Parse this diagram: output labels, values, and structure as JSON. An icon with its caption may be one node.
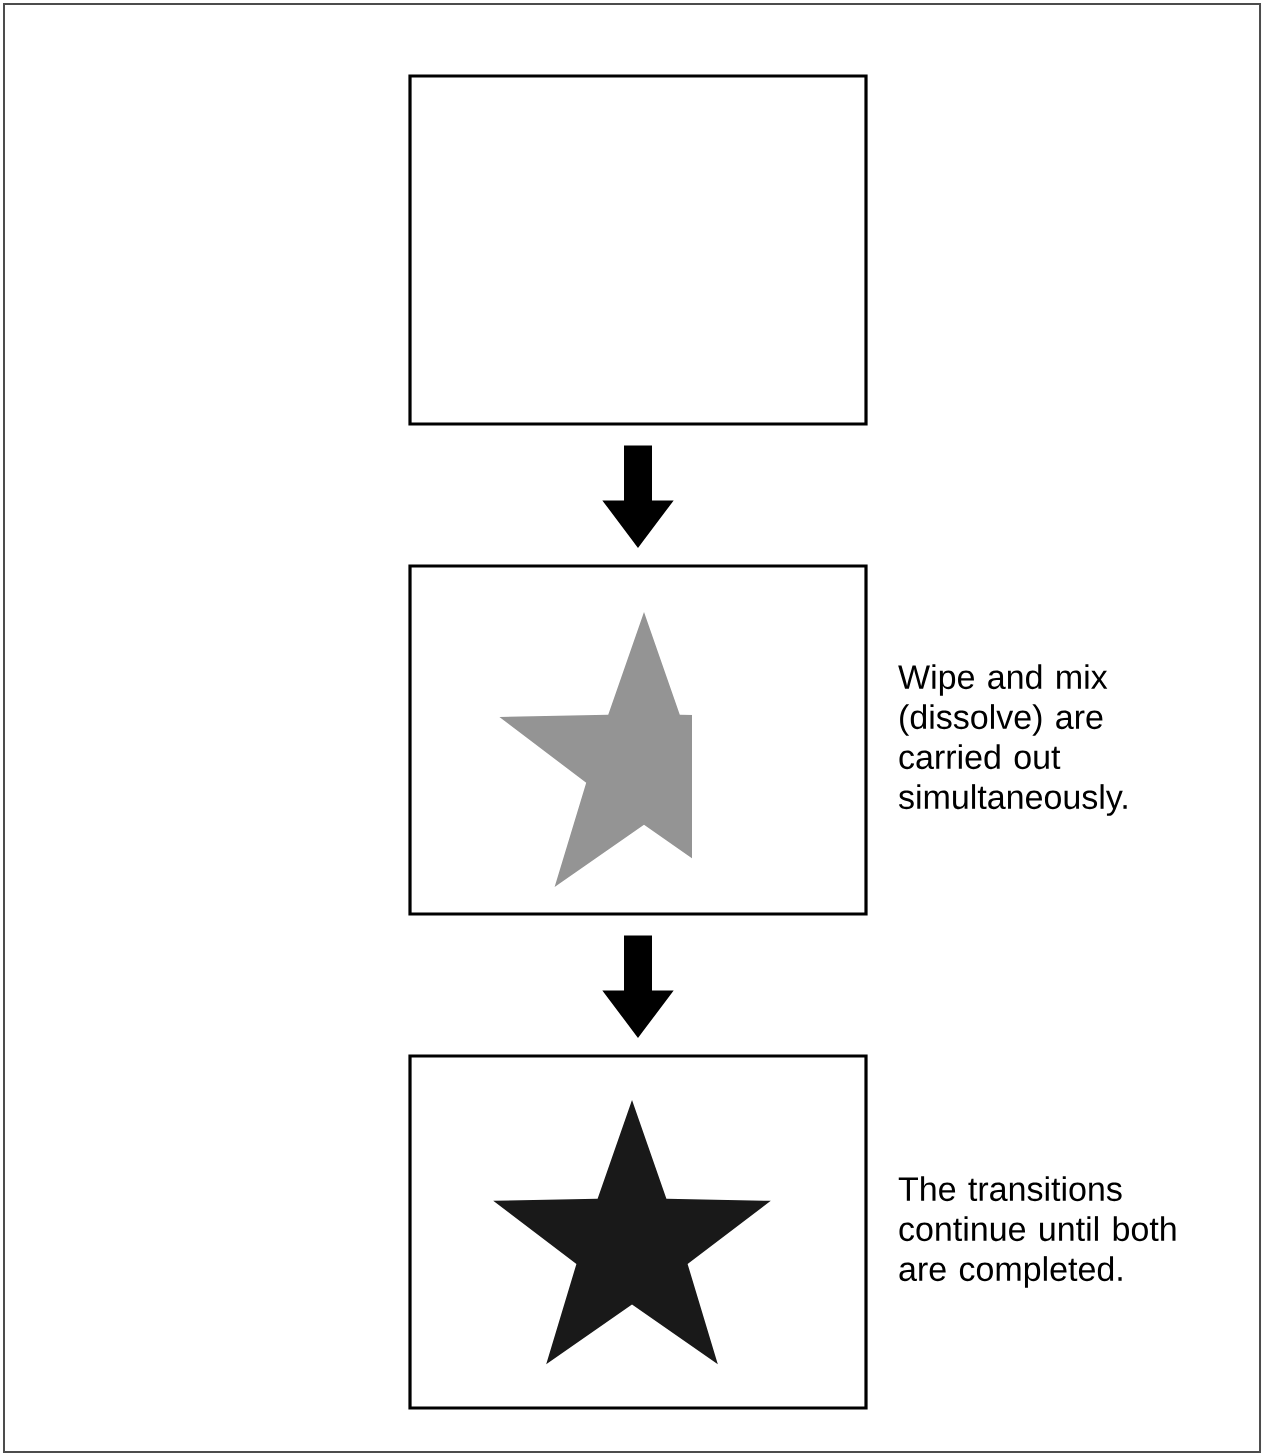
{
  "diagram": {
    "nodes": [
      {
        "text": [],
        "shape": "box"
      },
      {
        "text": [],
        "shape": "box",
        "beside": [
          "Wipe and mix (dissolve) are carried out simultaneously."
        ]
      },
      {
        "text": [],
        "shape": "box",
        "beside": [
          "The transitions continue until both are completed."
        ]
      }
    ],
    "edges": [
      {
        "from": 0,
        "to": 1,
        "arrow": "to"
      },
      {
        "from": 1,
        "to": 2,
        "arrow": "to"
      }
    ]
  }
}
